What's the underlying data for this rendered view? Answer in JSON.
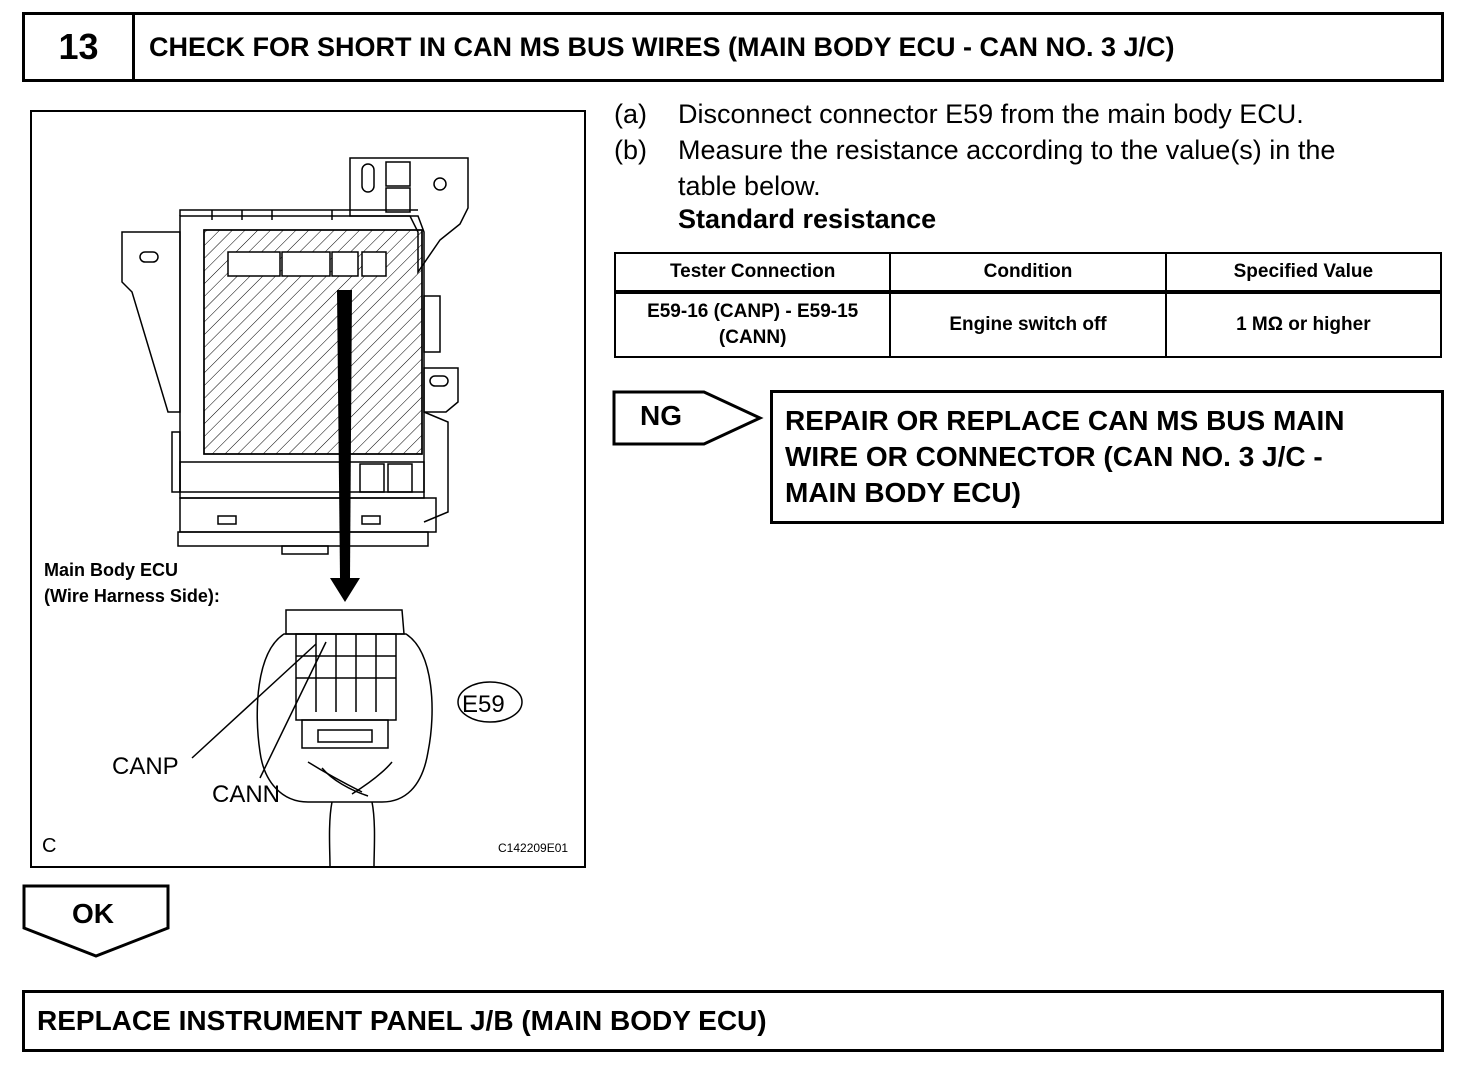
{
  "step": {
    "number": "13",
    "title": "CHECK FOR SHORT IN CAN MS BUS WIRES (MAIN BODY ECU - CAN NO. 3 J/C)"
  },
  "figure": {
    "caption_line1": "Main Body ECU",
    "caption_line2": "(Wire Harness Side):",
    "connector_id": "E59",
    "label_canp": "CANP",
    "label_cann": "CANN",
    "corner_letter": "C",
    "figure_code": "C142209E01"
  },
  "instructions": [
    {
      "letter": "(a)",
      "text": "Disconnect connector E59 from the main body ECU."
    },
    {
      "letter": "(b)",
      "text": "Measure the resistance according to the value(s) in the",
      "text2": "table below."
    }
  ],
  "standard_label": "Standard resistance",
  "table": {
    "headers": [
      "Tester Connection",
      "Condition",
      "Specified Value"
    ],
    "rows": [
      {
        "tester_line1": "E59-16 (CANP) - E59-15",
        "tester_line2": "(CANN)",
        "condition": "Engine switch off",
        "value": "1 MΩ or higher"
      }
    ]
  },
  "ng": {
    "label": "NG",
    "result_lines": [
      "REPAIR OR REPLACE CAN MS BUS MAIN",
      "WIRE OR CONNECTOR (CAN NO. 3 J/C -",
      "MAIN BODY ECU)"
    ]
  },
  "ok": {
    "label": "OK"
  },
  "final_step": "REPLACE INSTRUMENT PANEL J/B (MAIN BODY ECU)"
}
